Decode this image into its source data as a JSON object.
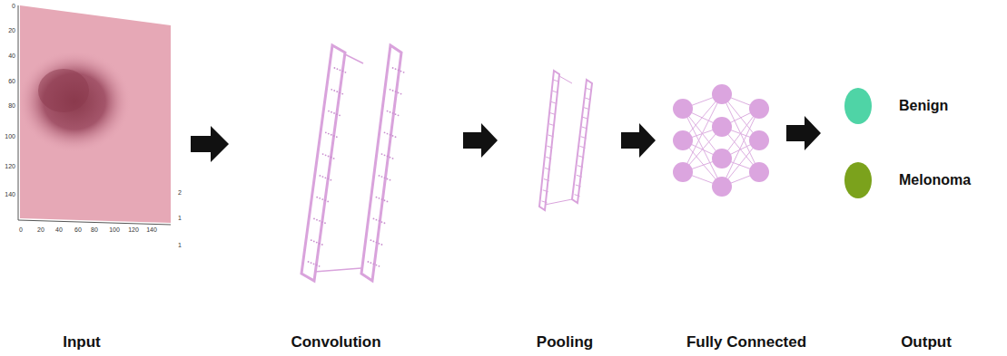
{
  "diagram": {
    "labels": [
      "0",
      "20",
      "40",
      "60",
      "80",
      "100",
      "120",
      "140",
      "0",
      "20",
      "40",
      "60",
      "80",
      "100",
      "120",
      "140",
      "2",
      "1",
      "1",
      "Input",
      "Convolution",
      "Pooling",
      "Fully Connected",
      "Output"
    ],
    "legend": [
      {
        "text": "Benign",
        "color": "#4fd4a6"
      },
      {
        "text": "Melonoma",
        "color": "#7ba21c"
      }
    ]
  }
}
